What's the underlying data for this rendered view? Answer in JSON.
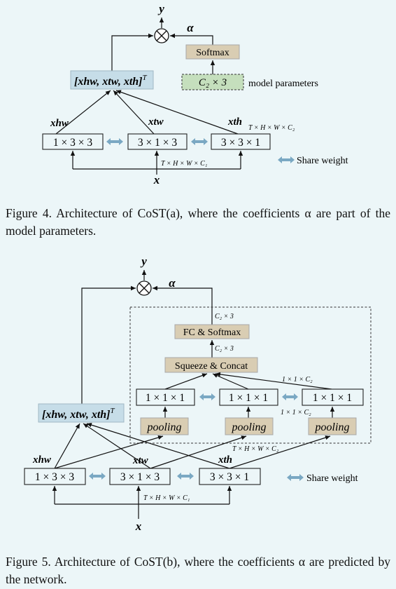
{
  "figure4": {
    "output": "y",
    "alpha": "α",
    "softmax": "Softmax",
    "c2x3": "C₂ × 3",
    "model_params": "model parameters",
    "vector": "[xhw, xtw, xth]",
    "vector_sup": "T",
    "xhw": "xhw",
    "xtw": "xtw",
    "xth": "xth",
    "conv_hw": "1 × 3 × 3",
    "conv_tw": "3 × 1 × 3",
    "conv_th": "3 × 3 × 1",
    "dim_out": "T × H × W × C₂",
    "dim_in": "T × H × W × C₁",
    "input": "x",
    "share_weight": "Share weight",
    "caption": "Figure 4. Architecture of CoST(a), where the coefficients α are part of the model parameters."
  },
  "figure5": {
    "output": "y",
    "alpha": "α",
    "c2x3_top": "C₂ × 3",
    "fc_softmax": "FC & Softmax",
    "c2x3_mid": "C₂ × 3",
    "squeeze_concat": "Squeeze & Concat",
    "dim_111_top": "1 × 1 × C₂",
    "fc1": "1 × 1 × 1",
    "fc2": "1 × 1 × 1",
    "fc3": "1 × 1 × 1",
    "dim_111_bot": "1 × 1 × C₂",
    "pool1": "pooling",
    "pool2": "pooling",
    "pool3": "pooling",
    "vector": "[xhw, xtw, xth]",
    "vector_sup": "T",
    "xhw": "xhw",
    "xtw": "xtw",
    "xth": "xth",
    "dim_out": "T × H × W × C₂",
    "conv_hw": "1 × 3 × 3",
    "conv_tw": "3 × 1 × 3",
    "conv_th": "3 × 3 × 1",
    "dim_in": "T × H × W × C₁",
    "input": "x",
    "share_weight": "Share weight",
    "caption": "Figure 5. Architecture of CoST(b), where the coefficients α are predicted by the network."
  },
  "colors": {
    "background": "#ecf6f8",
    "op_box": "#d9cdb3",
    "param_box": "#c5dfbd",
    "vector_box": "#c6dde8",
    "share_arrow": "#7aa8c3"
  }
}
